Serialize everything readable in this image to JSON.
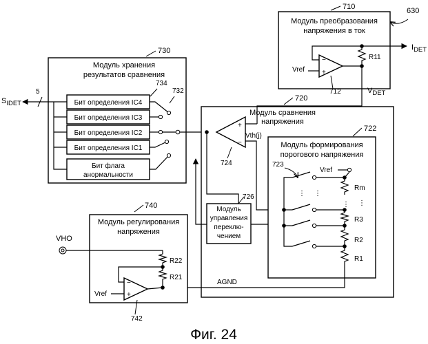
{
  "modules": {
    "m710": {
      "ref": "710",
      "title1": "Модуль преобразования",
      "title2": "напряжения в ток",
      "vref": "Vref",
      "resistor": "R11",
      "opamp_ref": "712",
      "plus": "+",
      "minus": "−"
    },
    "m730": {
      "ref": "730",
      "title1": "Модуль хранения",
      "title2": "результатов сравнения",
      "bits_ref": "734",
      "switch_ref": "732",
      "bits": [
        "Бит определения IC4",
        "Бит определения IC3",
        "Бит определения IC2",
        "Бит определения IC1"
      ],
      "flag1": "Бит флага",
      "flag2": "анормальности"
    },
    "m720": {
      "ref": "720",
      "title1": "Модуль сравнения",
      "title2": "напряжения",
      "vth": "Vth(j)",
      "comp_ref": "724",
      "plus": "+",
      "minus": "−",
      "ctrl_ref": "726",
      "ctrl": [
        "Модуль",
        "управления",
        "переклю-",
        "чением"
      ]
    },
    "m722": {
      "ref": "722",
      "title1": "Модуль формирования",
      "title2": "порогового напряжения",
      "switch_ref": "723",
      "vref": "Vref",
      "resistors": [
        "Rm",
        "R3",
        "R2",
        "R1"
      ],
      "ellipsis": "⋮"
    },
    "m740": {
      "ref": "740",
      "title1": "Модуль регулирования",
      "title2": "напряжения",
      "vho": "VHO",
      "vref": "Vref",
      "resistors": [
        "R22",
        "R21"
      ],
      "opamp_ref": "742",
      "agnd": "AGND",
      "plus": "+",
      "minus": "−"
    }
  },
  "signals": {
    "system_ref": "630",
    "idet": "I",
    "idet_sub": "DET",
    "vdet": "V",
    "vdet_sub": "DET",
    "sidet": "S",
    "sidet_sub": "IDET",
    "bus_width": "5"
  },
  "caption": "Фиг. 24"
}
